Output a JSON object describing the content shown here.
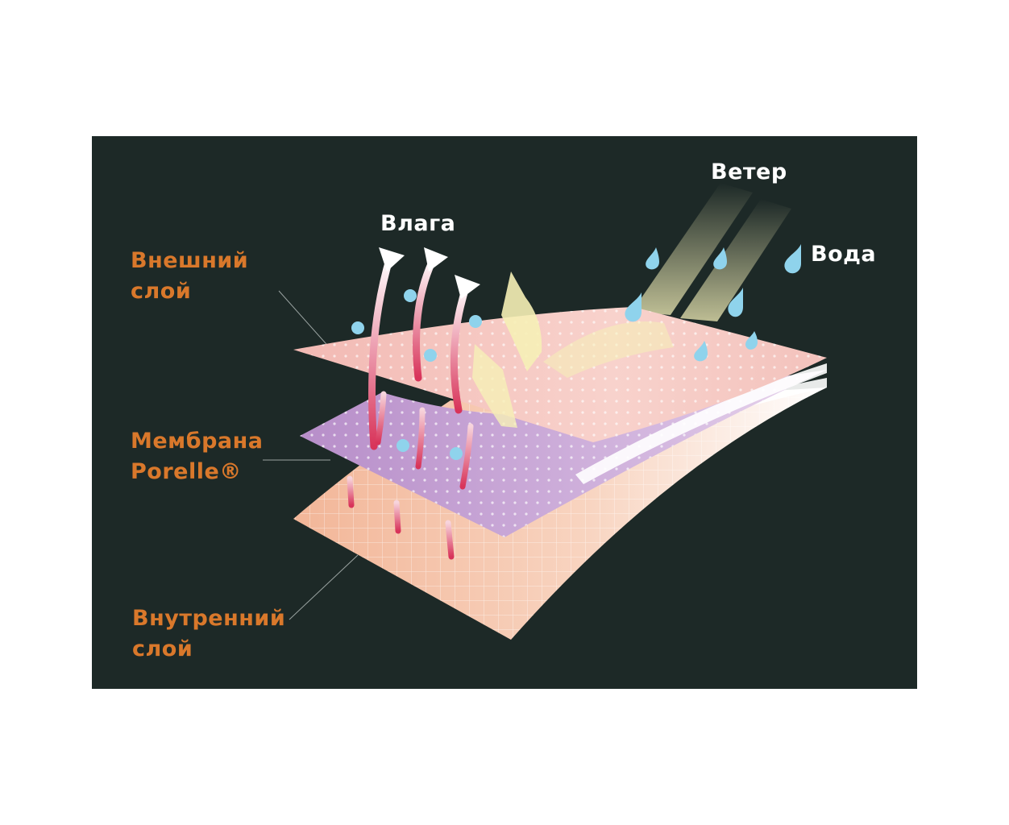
{
  "labels": {
    "outer_layer": [
      "Внешний",
      "слой"
    ],
    "membrane": [
      "Мембрана",
      "Porelle®"
    ],
    "inner_layer": [
      "Внутренний",
      "слой"
    ],
    "moisture": "Влага",
    "wind": "Ветер",
    "water": "Вода"
  },
  "colors": {
    "background": "#1d2927",
    "label_orange": "#d9782b",
    "label_white": "#ffffff",
    "outer_layer_fill": "#f4c7c0",
    "membrane_fill": "#c9a6d6",
    "inner_layer_fill": "#f6c4a8",
    "water_drop": "#8fd3ec",
    "wind_stream": "#f3efb8"
  },
  "icons": [
    "water-drop-icon",
    "moisture-arrow-icon",
    "wind-stream-icon"
  ]
}
